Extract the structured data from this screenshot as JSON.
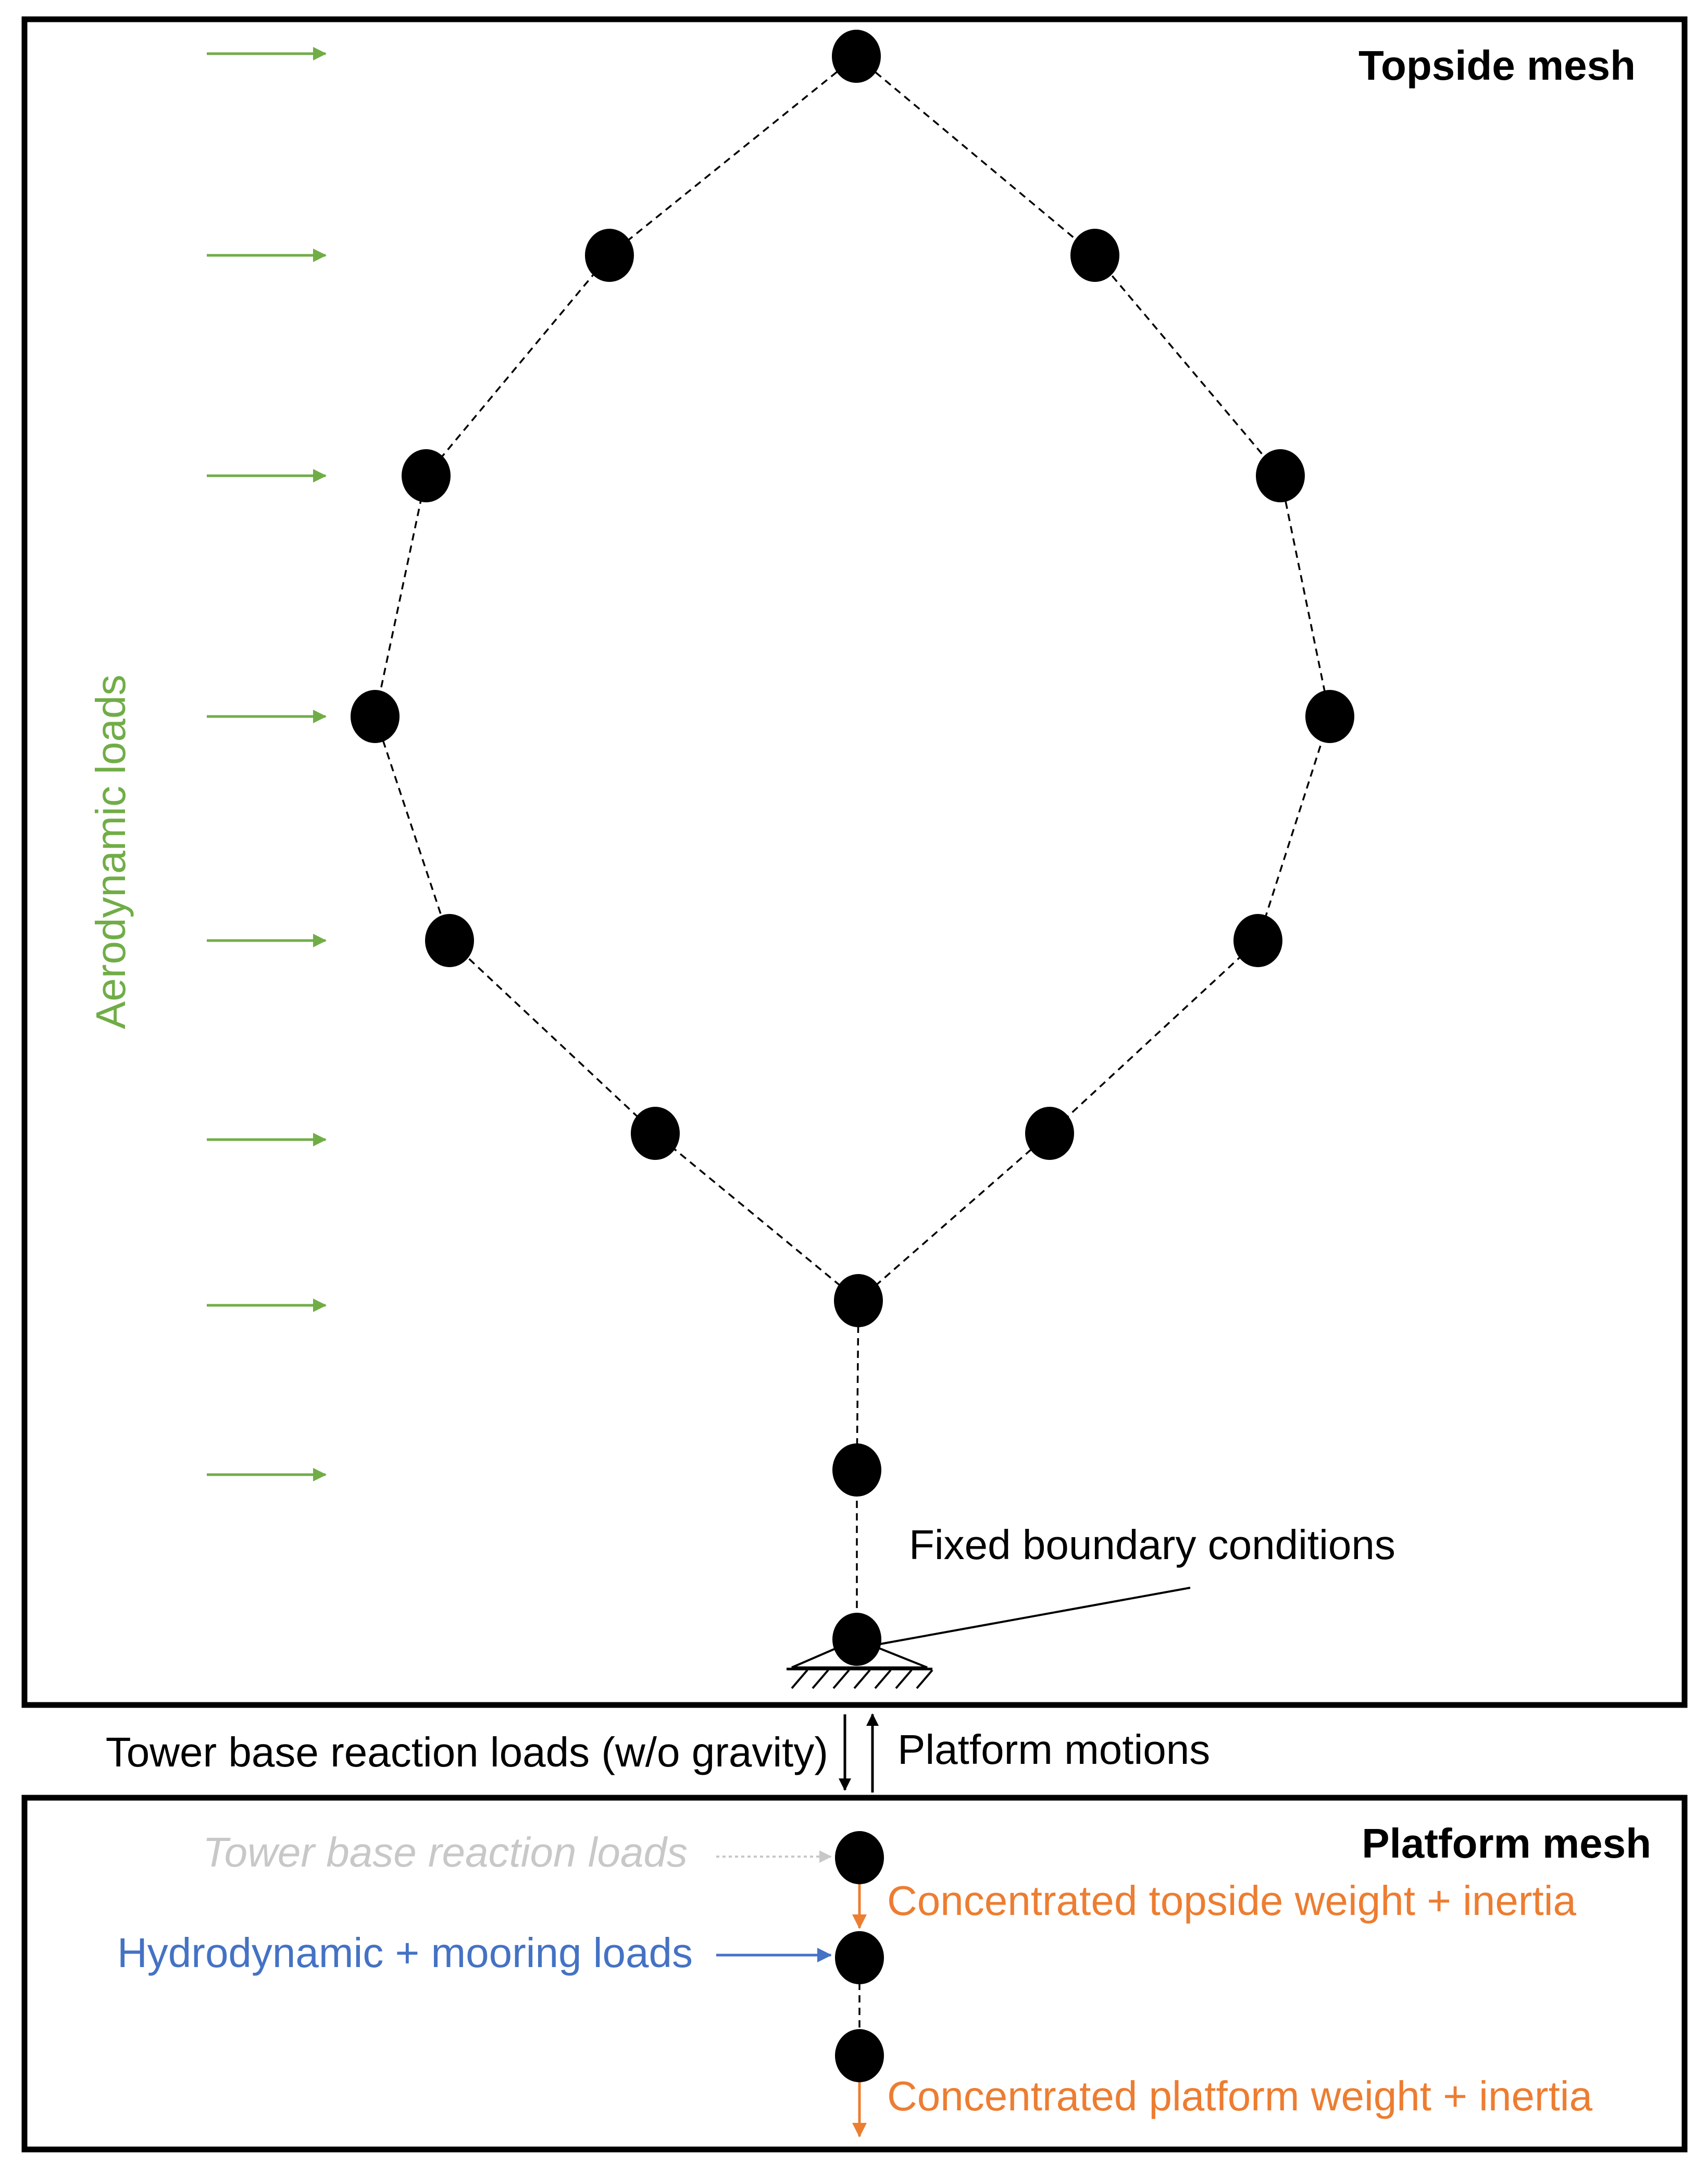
{
  "topside_panel": {
    "title": "Topside mesh",
    "aero_label": "Aerodynamic loads",
    "boundary_label": "Fixed boundary conditions"
  },
  "interface": {
    "down_label": "Tower base reaction loads (w/o gravity)",
    "up_label": "Platform motions"
  },
  "platform_panel": {
    "title": "Platform mesh",
    "tower_base_label": "Tower base reaction loads",
    "hydro_label": "Hydrodynamic + mooring loads",
    "topside_weight_label": "Concentrated topside weight + inertia",
    "platform_weight_label": "Concentrated platform weight + inertia"
  },
  "colors": {
    "aero": "#70ad47",
    "hydro": "#4472c4",
    "weight": "#ed7d31",
    "faded": "#c8c8c8",
    "ink": "#000000"
  }
}
